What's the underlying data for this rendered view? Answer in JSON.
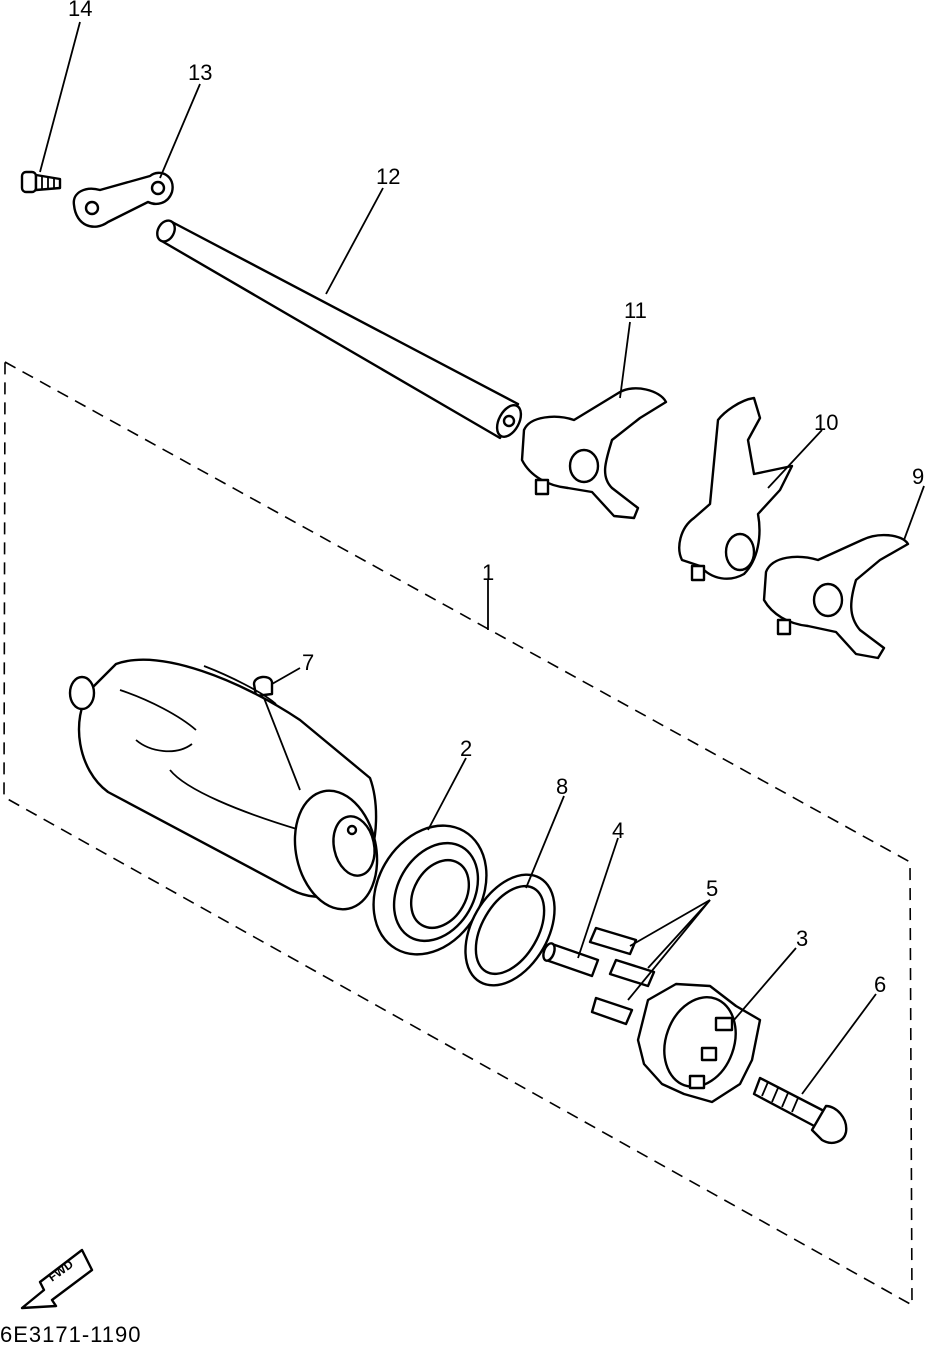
{
  "callouts": {
    "c1": "1",
    "c2": "2",
    "c3": "3",
    "c4": "4",
    "c5": "5",
    "c6": "6",
    "c7": "7",
    "c8": "8",
    "c9": "9",
    "c10": "10",
    "c11": "11",
    "c12": "12",
    "c13": "13",
    "c14": "14"
  },
  "fwd_label": "FWD",
  "diagram_code": "6E3171-1190"
}
